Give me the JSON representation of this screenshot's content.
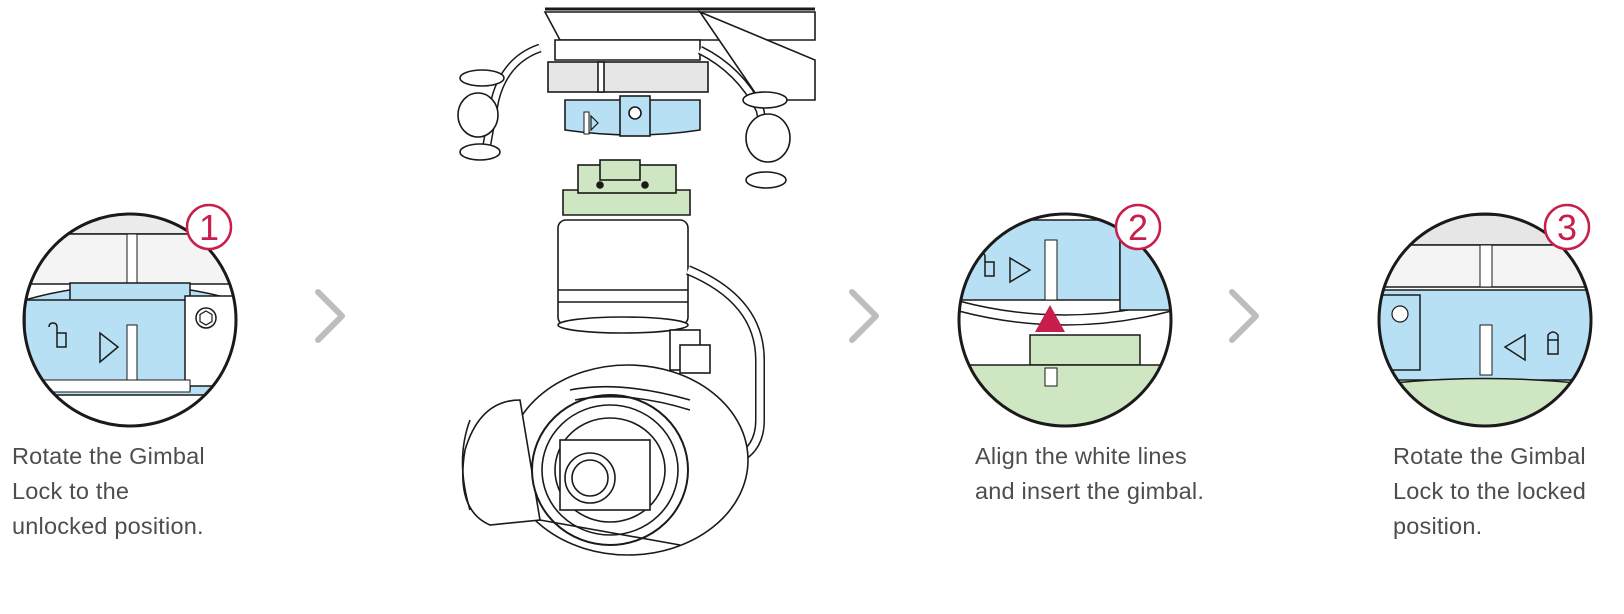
{
  "colors": {
    "accent": "#c81e4c",
    "lock_blue": "#b8e0f5",
    "mount_green": "#cfe6c3",
    "line": "#1a1a1a",
    "chevron": "#bdbdbd",
    "caption_text": "#4d4d4d"
  },
  "steps": [
    {
      "number": "1",
      "caption_lines": [
        "Rotate the Gimbal",
        "Lock to the",
        "unlocked position."
      ],
      "icons": [
        "unlock-icon",
        "arrow-right-icon"
      ]
    },
    {
      "number": "2",
      "caption_lines": [
        "Align the white lines",
        "and insert the gimbal."
      ],
      "icons": [
        "unlock-icon",
        "arrow-right-icon",
        "align-arrow-up-icon"
      ]
    },
    {
      "number": "3",
      "caption_lines": [
        "Rotate the Gimbal",
        "Lock to the locked",
        "position."
      ],
      "icons": [
        "arrow-left-icon",
        "lock-icon"
      ]
    }
  ],
  "separators": [
    "chevron-right-icon",
    "chevron-right-icon",
    "chevron-right-icon"
  ],
  "center_illustration": "drone-gimbal-camera-illustration"
}
